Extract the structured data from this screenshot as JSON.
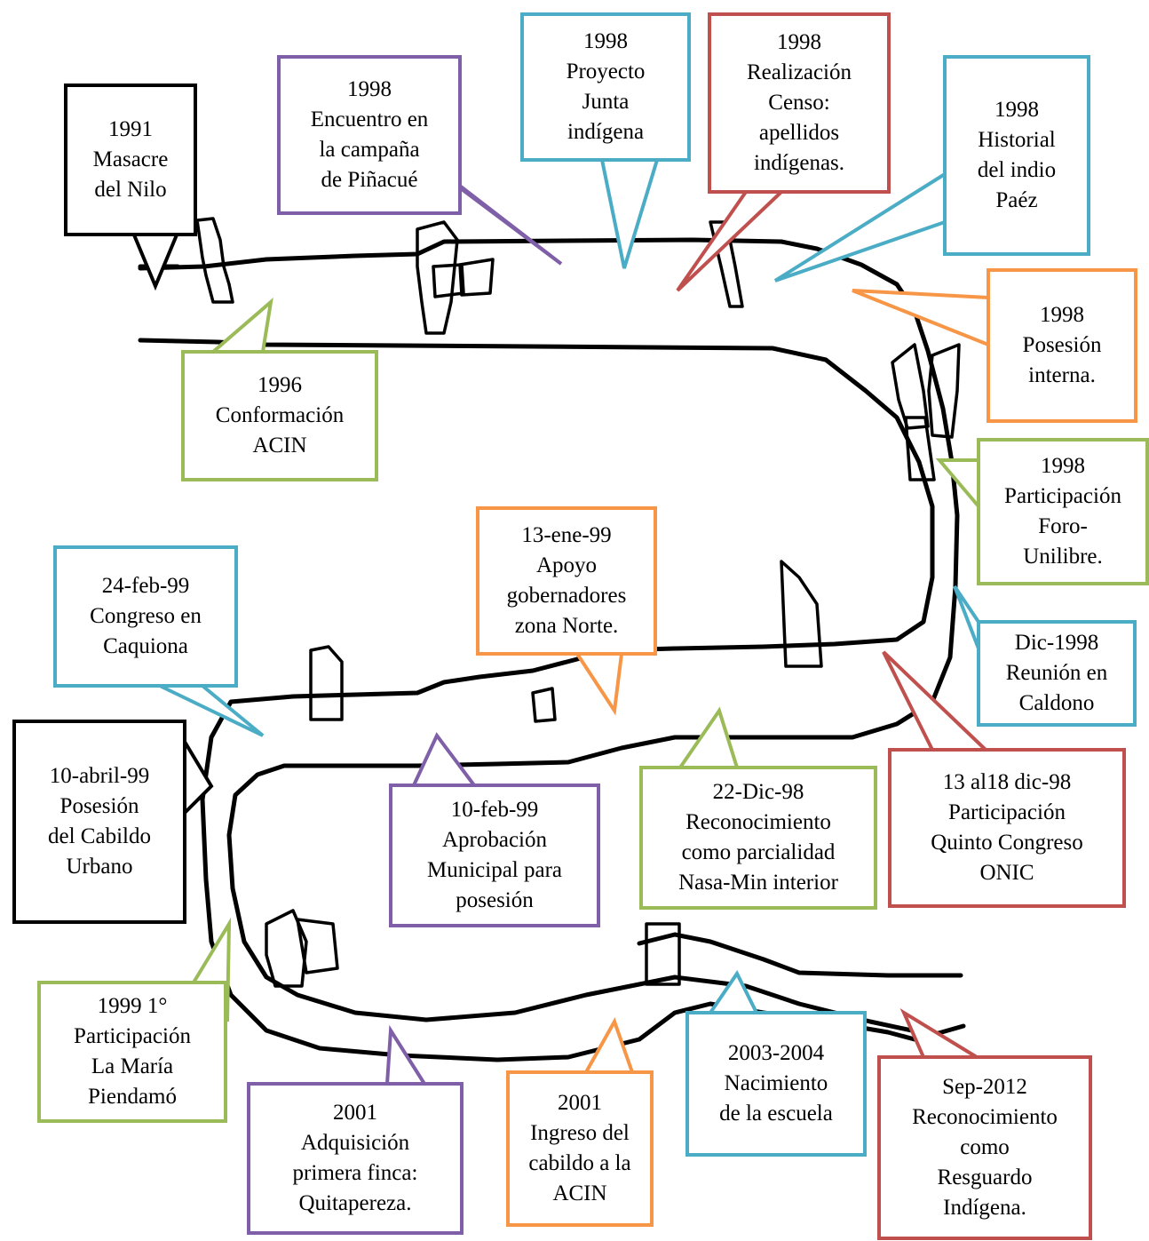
{
  "colors": {
    "black": "#000000",
    "purple": "#7f5fa8",
    "blue": "#4bacc6",
    "red": "#c0504d",
    "orange": "#f79646",
    "green": "#9bbb59"
  },
  "events": [
    {
      "id": "e1991",
      "color": "black",
      "lines": [
        "1991",
        "Masacre",
        "del Nilo"
      ]
    },
    {
      "id": "e1998-pinacue",
      "color": "purple",
      "lines": [
        "1998",
        "Encuentro en",
        "la campaña",
        "de Piñacué"
      ]
    },
    {
      "id": "e1998-junta",
      "color": "blue",
      "lines": [
        "1998",
        "Proyecto",
        "Junta",
        "indígena"
      ]
    },
    {
      "id": "e1998-censo",
      "color": "red",
      "lines": [
        "1998",
        "Realización",
        "Censo:",
        "apellidos",
        "indígenas."
      ]
    },
    {
      "id": "e1998-historial",
      "color": "blue",
      "lines": [
        "1998",
        "Historial",
        "del indio",
        "Paéz"
      ]
    },
    {
      "id": "e1998-posesion",
      "color": "orange",
      "lines": [
        "1998",
        "Posesión",
        "interna."
      ]
    },
    {
      "id": "e1996",
      "color": "green",
      "lines": [
        "1996",
        "Conformación",
        "ACIN"
      ]
    },
    {
      "id": "e1998-foro",
      "color": "green",
      "lines": [
        "1998",
        "Participación",
        "Foro-",
        "Unilibre."
      ]
    },
    {
      "id": "e-dic1998",
      "color": "blue",
      "lines": [
        "Dic-1998",
        "Reunión en",
        "Caldono"
      ]
    },
    {
      "id": "e-13ene99",
      "color": "orange",
      "lines": [
        "13-ene-99",
        "Apoyo",
        "gobernadores",
        "zona Norte."
      ]
    },
    {
      "id": "e-24feb99",
      "color": "blue",
      "lines": [
        "24-feb-99",
        "Congreso en",
        "Caquiona"
      ]
    },
    {
      "id": "e-10abril99",
      "color": "black",
      "lines": [
        "10-abril-99",
        "Posesión",
        "del Cabildo",
        "Urbano"
      ]
    },
    {
      "id": "e-10feb99",
      "color": "purple",
      "lines": [
        "10-feb-99",
        "Aprobación",
        "Municipal para",
        "posesión"
      ]
    },
    {
      "id": "e-22dic98",
      "color": "green",
      "lines": [
        "22-Dic-98",
        "Reconocimiento",
        "como parcialidad",
        "Nasa-Min interior"
      ]
    },
    {
      "id": "e-13dic98",
      "color": "red",
      "lines": [
        "13 al18 dic-98",
        "Participación",
        "Quinto Congreso",
        "ONIC"
      ]
    },
    {
      "id": "e1999-maria",
      "color": "green",
      "lines": [
        "1999 1°",
        "Participación",
        "La María",
        "Piendamó"
      ]
    },
    {
      "id": "e2001-finca",
      "color": "purple",
      "lines": [
        "2001",
        "Adquisición",
        "primera finca:",
        "Quitapereza."
      ]
    },
    {
      "id": "e2001-acin",
      "color": "orange",
      "lines": [
        "2001",
        "Ingreso del",
        "cabildo a la",
        "ACIN"
      ]
    },
    {
      "id": "e2003",
      "color": "blue",
      "lines": [
        "2003-2004",
        "Nacimiento",
        "de la escuela"
      ]
    },
    {
      "id": "e2012",
      "color": "red",
      "lines": [
        "Sep-2012",
        "Reconocimiento",
        "como",
        "Resguardo",
        "Indígena."
      ]
    }
  ]
}
